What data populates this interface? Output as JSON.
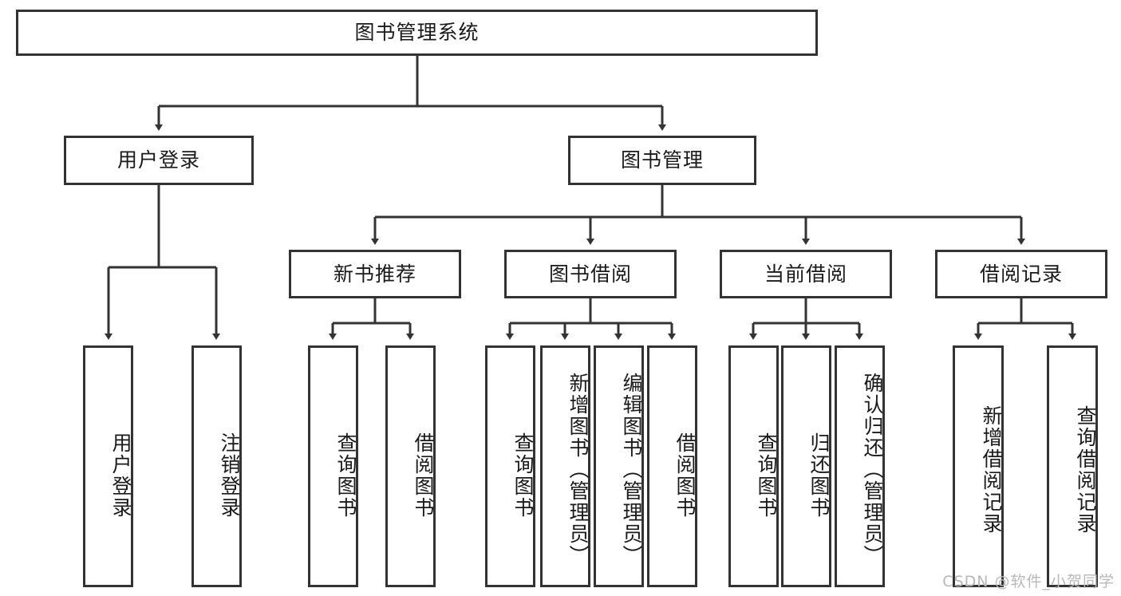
{
  "diagram": {
    "title": "图书管理系统",
    "type": "tree-hierarchy",
    "root": {
      "label": "图书管理系统"
    },
    "level2": [
      {
        "label": "用户登录"
      },
      {
        "label": "图书管理"
      }
    ],
    "level3": [
      {
        "label": "新书推荐"
      },
      {
        "label": "图书借阅"
      },
      {
        "label": "当前借阅"
      },
      {
        "label": "借阅记录"
      }
    ],
    "leaves": {
      "user_login": [
        {
          "label": "用户登录"
        },
        {
          "label": "注销登录"
        }
      ],
      "new_book_recommend": [
        {
          "label": "查询图书"
        },
        {
          "label": "借阅图书"
        }
      ],
      "book_borrow": [
        {
          "label": "查询图书"
        },
        {
          "label": "新增图书（管理员）"
        },
        {
          "label": "编辑图书（管理员）"
        },
        {
          "label": "借阅图书"
        }
      ],
      "current_borrow": [
        {
          "label": "查询图书"
        },
        {
          "label": "归还图书"
        },
        {
          "label": "确认归还（管理员）"
        }
      ],
      "borrow_record": [
        {
          "label": "新增借阅记录"
        },
        {
          "label": "查询借阅记录"
        }
      ]
    }
  },
  "watermark": {
    "text": "CSDN @软件_小贺同学"
  },
  "colors": {
    "border": "#333333",
    "text": "#1a1a1a",
    "background": "#ffffff",
    "watermark": "#b8b8b8"
  }
}
